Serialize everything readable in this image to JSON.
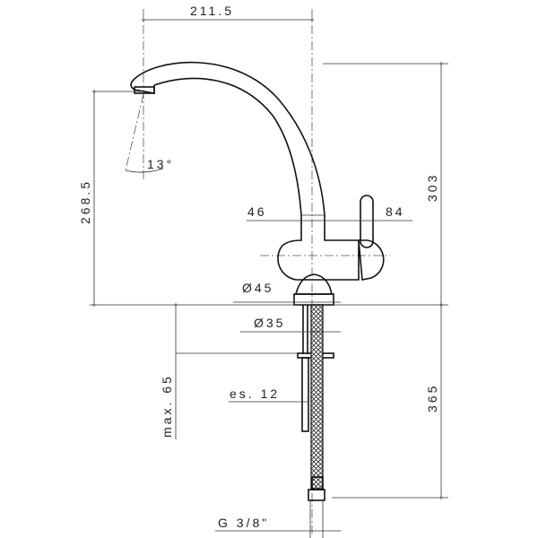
{
  "drawing": {
    "subject": "Single-lever kitchen sink mixer with swivel spout",
    "units": "mm",
    "line_color": "#111111",
    "background": "#ffffff"
  },
  "dimensions": {
    "spout_reach": "211.5",
    "spout_outlet_height": "268.5",
    "total_height": "303",
    "spout_angle": "13°",
    "body_left_offset": "46",
    "lever_right_offset": "84",
    "base_diameter": "Ø45",
    "shank_diameter": "Ø35",
    "max_deck_thickness": "max. 65",
    "hose_spacing": "es. 12",
    "hose_length": "365",
    "hose_connection": "G 3/8\""
  }
}
